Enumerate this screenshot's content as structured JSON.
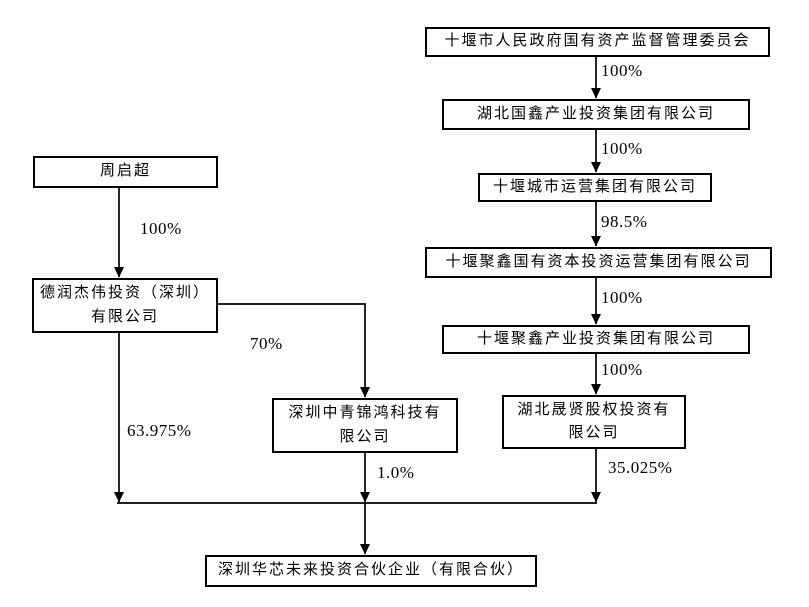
{
  "diagram": {
    "type": "equity-ownership-structure-chart",
    "nodes": {
      "sasac": {
        "label": "十堰市人民政府国有资产监督管理委员会"
      },
      "guoxin": {
        "label": "湖北国鑫产业投资集团有限公司"
      },
      "chengyun": {
        "label": "十堰城市运营集团有限公司"
      },
      "juxin_ziben": {
        "label": "十堰聚鑫国有资本投资运营集团有限公司"
      },
      "juxin_chanye": {
        "label": "十堰聚鑫产业投资集团有限公司"
      },
      "shengxian": {
        "label": "湖北晟贤股权投资有\n限公司"
      },
      "zhou": {
        "label": "周启超"
      },
      "derun": {
        "label": "德润杰伟投资（深圳）\n有限公司"
      },
      "zhongqing": {
        "label": "深圳中青锦鸿科技有\n限公司"
      },
      "huaxin": {
        "label": "深圳华芯未来投资合伙企业（有限合伙）"
      }
    },
    "edges": {
      "sasac_guoxin": {
        "label": "100%"
      },
      "guoxin_chengyun": {
        "label": "100%"
      },
      "chengyun_juxinziben": {
        "label": "98.5%"
      },
      "juxinziben_juxinchanye": {
        "label": "100%"
      },
      "juxinchanye_shengxian": {
        "label": "100%"
      },
      "shengxian_huaxin": {
        "label": "35.025%"
      },
      "zhou_derun": {
        "label": "100%"
      },
      "derun_zhongqing": {
        "label": "70%"
      },
      "derun_huaxin": {
        "label": "63.975%"
      },
      "zhongqing_huaxin": {
        "label": "1.0%"
      }
    },
    "colors": {
      "line": "#000000",
      "box_border": "#000000",
      "background": "#ffffff",
      "text": "#000000"
    }
  }
}
